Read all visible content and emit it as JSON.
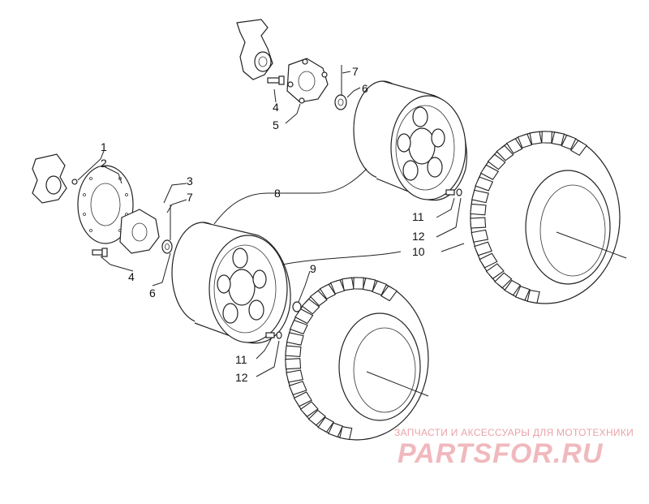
{
  "callouts": {
    "c1": "1",
    "c2": "2",
    "c3": "3",
    "c7a": "7",
    "c4a": "4",
    "c6a": "6",
    "c7b": "7",
    "c6b": "6",
    "c4b": "4",
    "c5": "5",
    "c8": "8",
    "c9": "9",
    "c11a": "11",
    "c12a": "12",
    "c11b": "11",
    "c12b": "12",
    "c10": "10"
  },
  "watermark": {
    "tagline": "ЗАПЧАСТИ И АКСЕССУАРЫ ДЛЯ МОТОТЕХНИКИ",
    "logo": "PARTSFOR.RU",
    "color": "#f0b9bd"
  }
}
